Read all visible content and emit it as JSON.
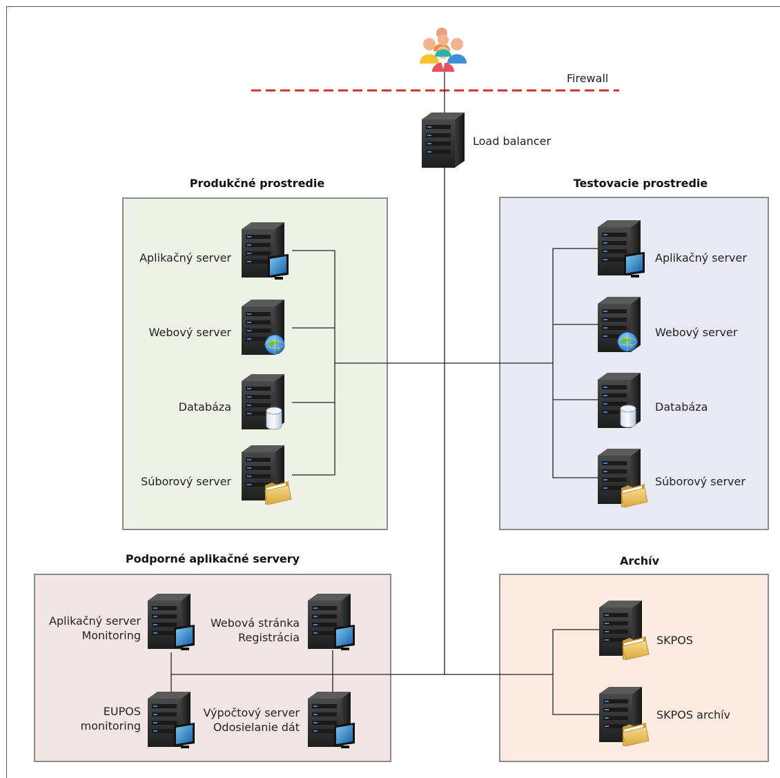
{
  "firewall": {
    "label": "Firewall"
  },
  "load_balancer": {
    "label": "Load balancer"
  },
  "production": {
    "title": "Produkčné prostredie",
    "servers": [
      "Aplikačný server",
      "Webový server",
      "Databáza",
      "Súborový server"
    ]
  },
  "testing": {
    "title": "Testovacie prostredie",
    "servers": [
      "Aplikačný server",
      "Webový server",
      "Databáza",
      "Súborový server"
    ]
  },
  "support": {
    "title": "Podporné aplikačné servery",
    "app_line1": "Aplikačný server",
    "app_line2": "Monitoring",
    "web_line1": "Webová stránka",
    "web_line2": "Registrácia",
    "eupos_line1": "EUPOS",
    "eupos_line2": "monitoring",
    "calc_line1": "Výpočtový server",
    "calc_line2": "Odosielanie dát"
  },
  "archive": {
    "title": "Archív",
    "servers": [
      "SKPOS",
      "SKPOS archív"
    ]
  },
  "colors": {
    "production_bg": "#edf1e6",
    "testing_bg": "#e7e9f3",
    "support_bg": "#f2e6e5",
    "archive_bg": "#fcebe1",
    "firewall": "#d92b2b",
    "server_body": "#2b2b2b",
    "server_led": "#3b86d6"
  },
  "icons": [
    "users-group-icon",
    "server-icon",
    "monitor-icon",
    "globe-icon",
    "database-icon",
    "folder-icon"
  ]
}
